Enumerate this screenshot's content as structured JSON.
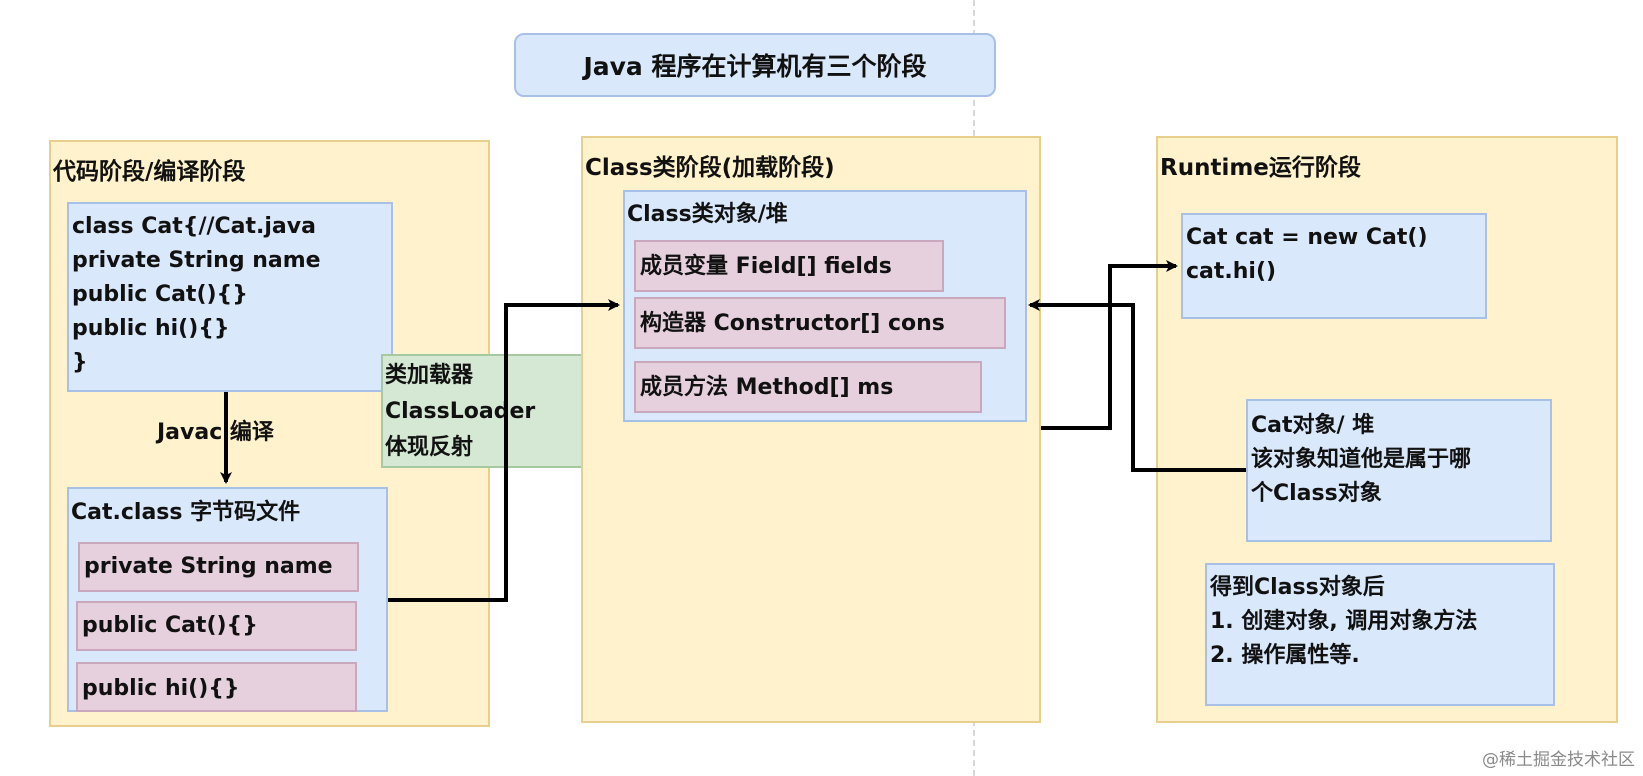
{
  "title": "Java 程序在计算机有三个阶段",
  "stages": {
    "code": {
      "label": "代码阶段/编译阶段",
      "source_lines": [
        "class Cat{//Cat.java",
        "private String name",
        "public Cat(){}",
        "public hi(){}",
        "}"
      ],
      "compile_label": "Javac 编译",
      "bytecode_title": "Cat.class 字节码文件",
      "bytecode_items": [
        "private String name",
        "public Cat(){}",
        "public hi(){}"
      ]
    },
    "loader": {
      "lines": [
        "类加载器",
        "ClassLoader",
        "体现反射"
      ]
    },
    "class": {
      "label": "Class类阶段(加载阶段)",
      "object_title": "Class类对象/堆",
      "members": [
        "成员变量 Field[] fields",
        "构造器 Constructor[] cons",
        "成员方法 Method[] ms"
      ]
    },
    "runtime": {
      "label": "Runtime运行阶段",
      "code_lines": [
        "Cat cat = new Cat()",
        "cat.hi()"
      ],
      "object_lines": [
        "Cat对象/ 堆",
        "该对象知道他是属于哪",
        "个Class对象"
      ],
      "after_lines": [
        "得到Class对象后",
        "1. 创建对象, 调用对象方法",
        "2. 操作属性等."
      ]
    }
  },
  "watermark": "@稀土掘金技术社区",
  "colors": {
    "stage_fill": "#fff2cc",
    "blue_fill": "#dae8fc",
    "pink_fill": "#e6d0de",
    "green_fill": "#d5e8d4",
    "arrow": "#000000"
  }
}
